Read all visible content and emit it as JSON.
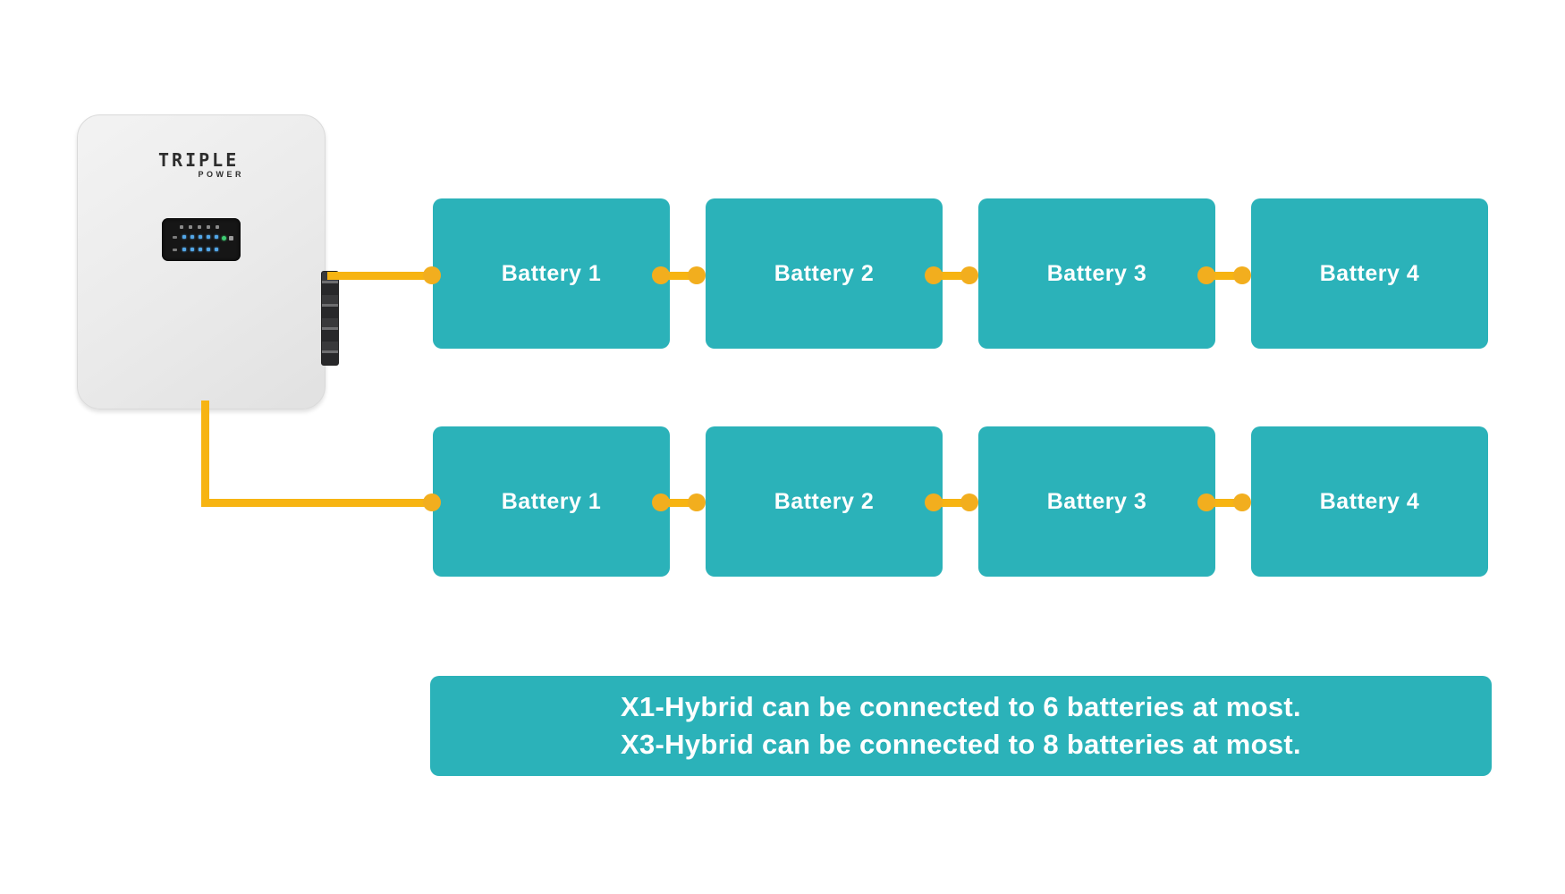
{
  "colors": {
    "teal": "#2BB2B9",
    "cable_yellow": "#F7B412",
    "cable_dot_yellow": "#F2AE1E",
    "device_body": "#ECECEC",
    "display_bg": "#161616",
    "led_blue": "#53A7E8",
    "led_green": "#3ECB72",
    "text_on_teal": "#FFFFFF",
    "logo_text": "#2D2D2D"
  },
  "inverter": {
    "brand": "TRIPLE",
    "brand_sub": "POWER"
  },
  "battery_rows": [
    [
      "Battery 1",
      "Battery 2",
      "Battery 3",
      "Battery 4"
    ],
    [
      "Battery 1",
      "Battery 2",
      "Battery 3",
      "Battery 4"
    ]
  ],
  "note": {
    "line1": "X1-Hybrid can be connected to 6 batteries at most.",
    "line2": "X3-Hybrid can be connected to 8 batteries at most."
  }
}
